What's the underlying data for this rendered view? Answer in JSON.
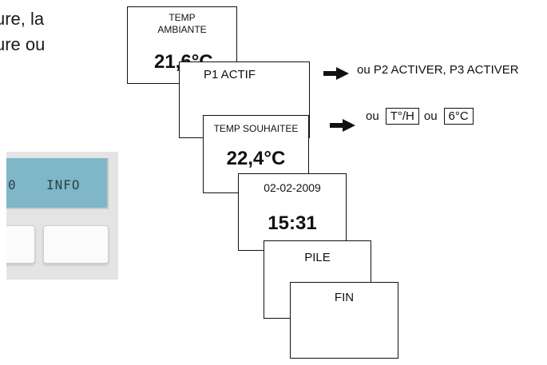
{
  "side_text": [
    "ure, la",
    "ure ou"
  ],
  "device": {
    "lcd_left": "0",
    "lcd_right": "INFO"
  },
  "screens": {
    "ambient": {
      "line1": "TEMP",
      "line2": "AMBIANTE",
      "value": "21,6°C"
    },
    "p1": {
      "label": "P1 ACTIF"
    },
    "setpoint": {
      "label": "TEMP SOUHAITEE",
      "value": "22,4°C"
    },
    "datetime": {
      "date": "02-02-2009",
      "time": "15:31"
    },
    "battery": {
      "label": "PILE"
    },
    "end": {
      "label": "FIN"
    }
  },
  "notes": {
    "p1_alt": "ou P2 ACTIVER, P3 ACTIVER",
    "setpoint_alt": {
      "prefix": "ou",
      "option1": "T°/H",
      "middle": "ou",
      "option2": "6°C"
    }
  },
  "colors": {
    "lcd": "#7fb6c8",
    "stroke": "#111111"
  }
}
